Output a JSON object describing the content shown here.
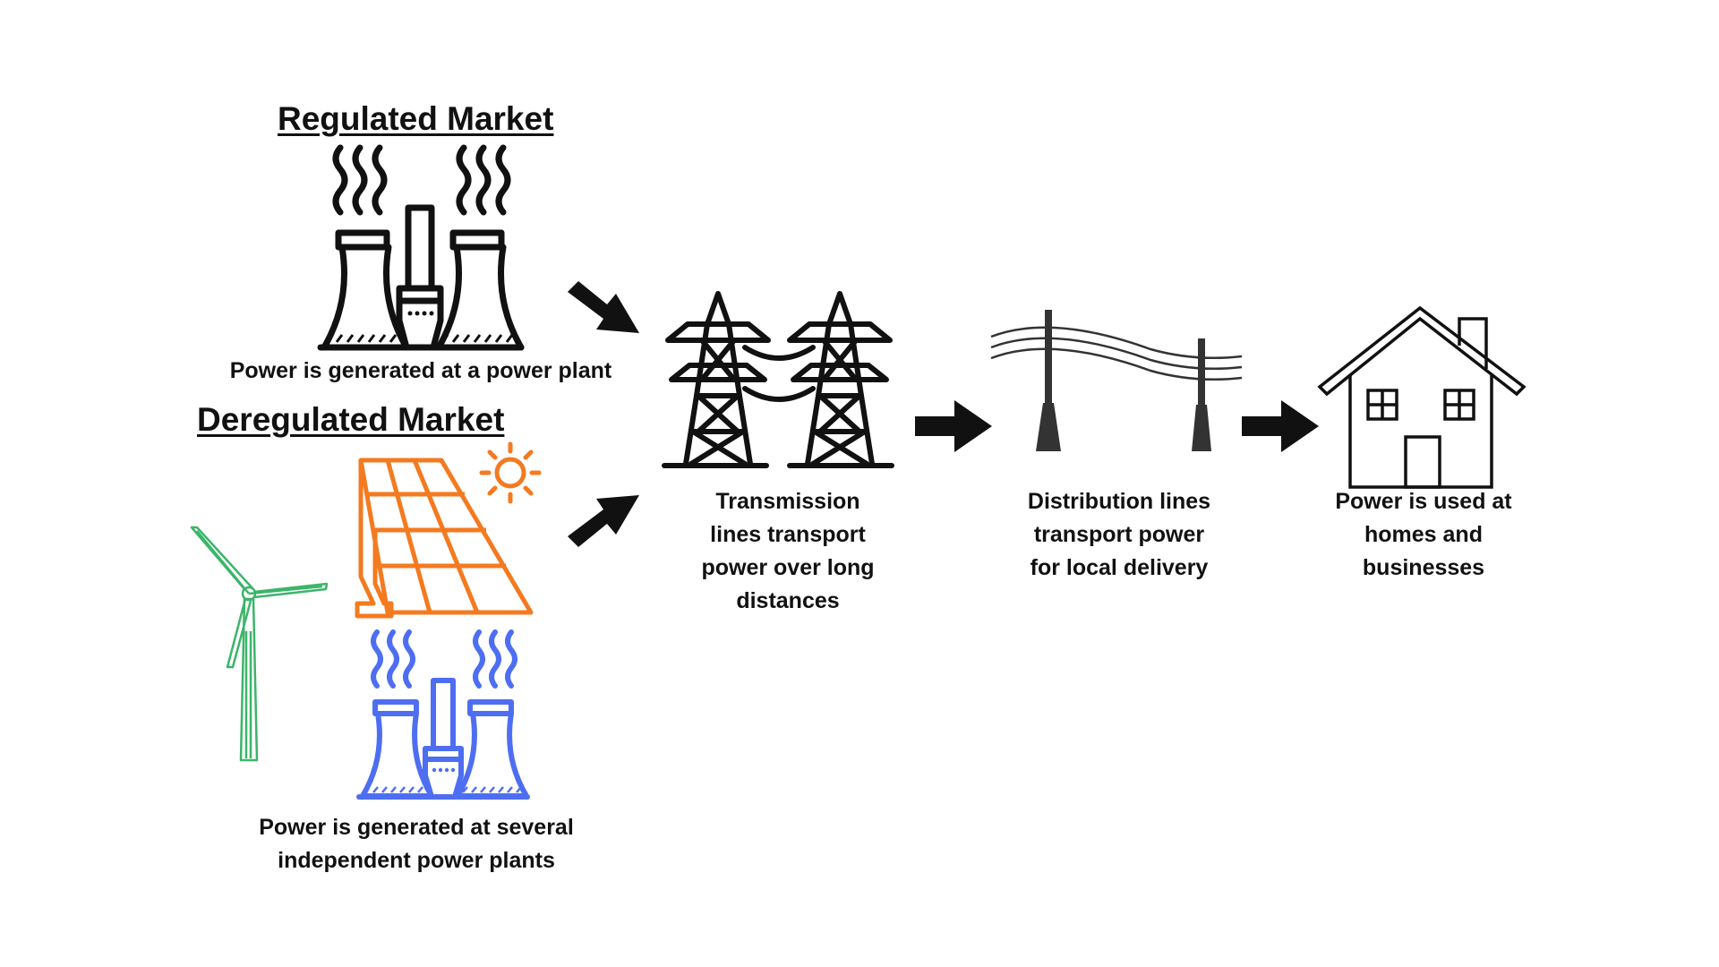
{
  "regulated": {
    "title": "Regulated Market",
    "caption": "Power is generated at a power plant"
  },
  "deregulated": {
    "title": "Deregulated Market",
    "caption_line1": "Power is generated at several",
    "caption_line2": "independent power plants"
  },
  "transmission": {
    "line1": "Transmission",
    "line2": "lines transport",
    "line3": "power over long",
    "line4": "distances"
  },
  "distribution": {
    "line1": "Distribution lines",
    "line2": "transport power",
    "line3": "for local delivery"
  },
  "usage": {
    "line1": "Power is used at",
    "line2": "homes and",
    "line3": "businesses"
  },
  "colors": {
    "ink": "#111111",
    "solar": "#f47a20",
    "wind": "#3cb56a",
    "plant_blue": "#4e6ef2",
    "pole": "#333333"
  }
}
